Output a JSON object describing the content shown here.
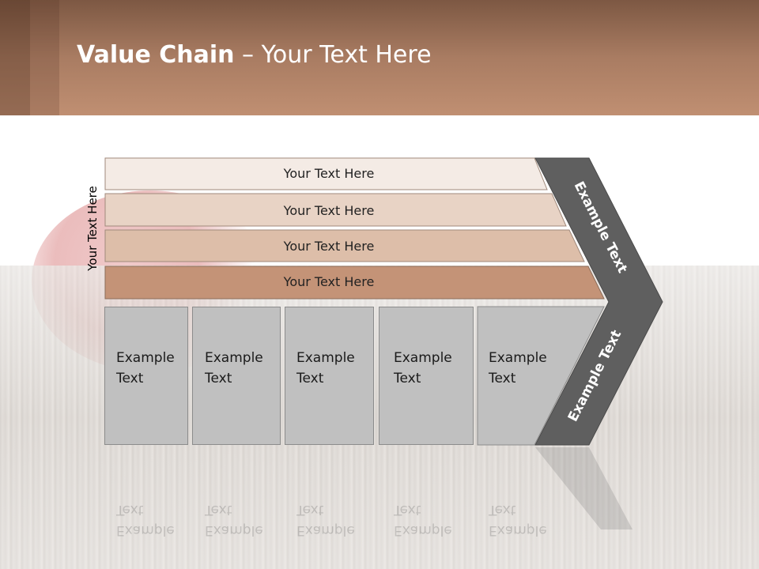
{
  "slide": {
    "title_bold": "Value Chain",
    "title_rest": " – Your Text Here",
    "side_label": "Your Text Here"
  },
  "bars": [
    {
      "label": "Your Text Here",
      "color": "#f4ebe5"
    },
    {
      "label": "Your Text Here",
      "color": "#e8d3c5"
    },
    {
      "label": "Your Text Here",
      "color": "#ddbea9"
    },
    {
      "label": "Your Text Here",
      "color": "#c49377"
    }
  ],
  "boxes": [
    {
      "line1": "Example",
      "line2": "Text"
    },
    {
      "line1": "Example",
      "line2": "Text"
    },
    {
      "line1": "Example",
      "line2": "Text"
    },
    {
      "line1": "Example",
      "line2": "Text"
    },
    {
      "line1": "Example",
      "line2": "Text"
    }
  ],
  "chevron": {
    "upper_text": "Example Text",
    "lower_text": "Example Text",
    "color": "#5f5f5f"
  }
}
